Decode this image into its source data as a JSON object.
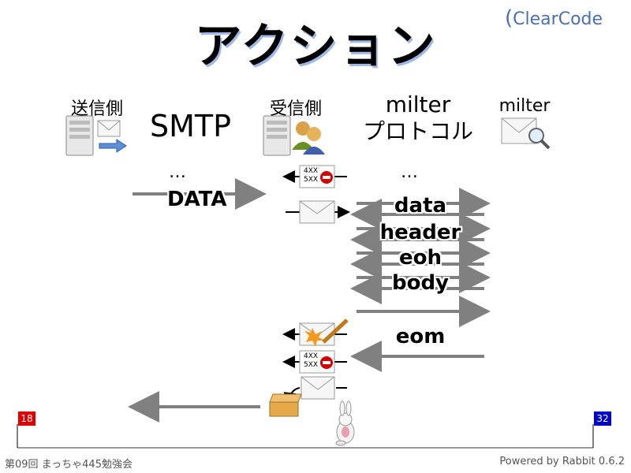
{
  "slide": {
    "title": "アクション",
    "logo_text_1": "Clear",
    "logo_text_2": "Code"
  },
  "labels": {
    "sender": "送信側",
    "smtp": "SMTP",
    "receiver": "受信側",
    "milter_protocol_line1": "milter",
    "milter_protocol_line2": "プロトコル",
    "milter": "milter",
    "dots_left": "…",
    "dots_right": "…",
    "data_cmd": "DATA",
    "reply_code_a": "4XX",
    "reply_code_b": "5XX"
  },
  "milter_messages": [
    "data",
    "header",
    "eoh",
    "body",
    "eom"
  ],
  "footer": {
    "left": "第09回 まっちゃ445勉強会",
    "right": "Powered by Rabbit 0.6.2"
  },
  "progress": {
    "current_page": "18",
    "total_pages": "32",
    "start_flag_color": "#e00000",
    "end_flag_color": "#0000cc",
    "fraction": 0.5625
  },
  "colors": {
    "arrow": "#808080",
    "title_shadow": "#9db7e6",
    "logo": "#4a6fb5"
  }
}
